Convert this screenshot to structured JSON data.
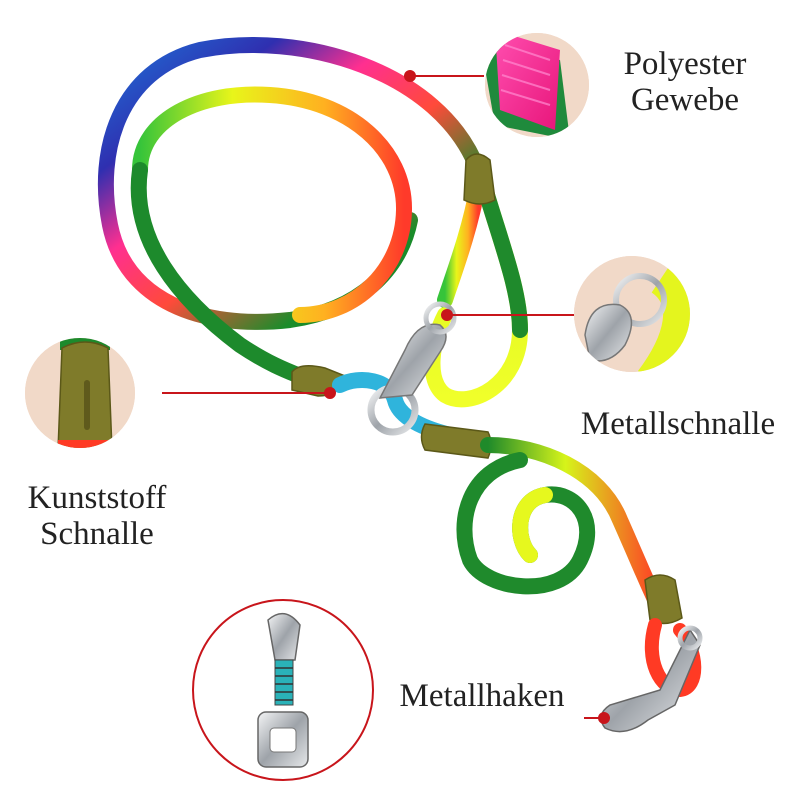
{
  "labels": {
    "polyester": {
      "line1": "Polyester",
      "line2": "Gewebe"
    },
    "metallschnalle": {
      "line1": "Metallschnalle"
    },
    "kunststoff": {
      "line1": "Kunststoff",
      "line2": "Schnalle"
    },
    "metallhaken": {
      "line1": "Metallhaken"
    }
  },
  "colors": {
    "callout_line": "#c8151b",
    "zoom_circle_bg": "#f1d9c8",
    "hook_circle_border": "#c8151b",
    "plastic_part": "#7f7b2a",
    "metal": "#c9ccd0"
  }
}
